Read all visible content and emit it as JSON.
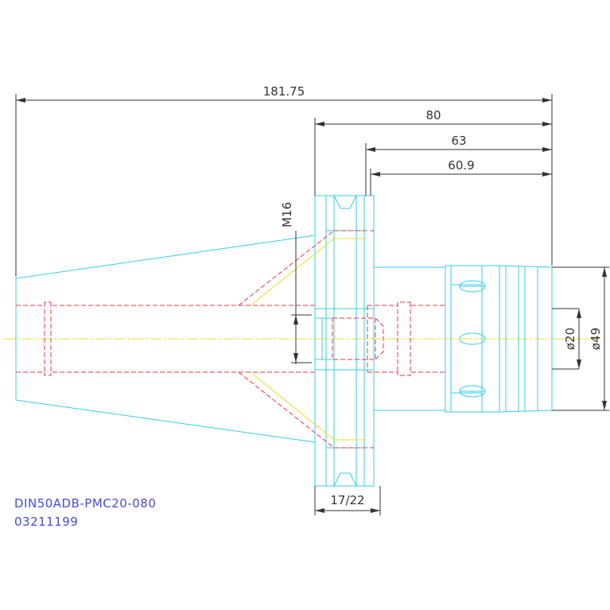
{
  "dimensions": {
    "overall_length": "181.75",
    "length_80": "80",
    "length_63": "63",
    "length_60_9": "60.9",
    "thread": "M16",
    "bore_diameter": "ø20",
    "outer_diameter": "ø49",
    "flange_width": "17/22"
  },
  "part": {
    "number": "DIN50ADB-PMC20-080",
    "code": "03211199"
  },
  "colors": {
    "outline": "#33ccee",
    "hidden": "#ee3344",
    "centerline": "#eedd22",
    "dimension": "#333333",
    "label": "#4848e0"
  }
}
